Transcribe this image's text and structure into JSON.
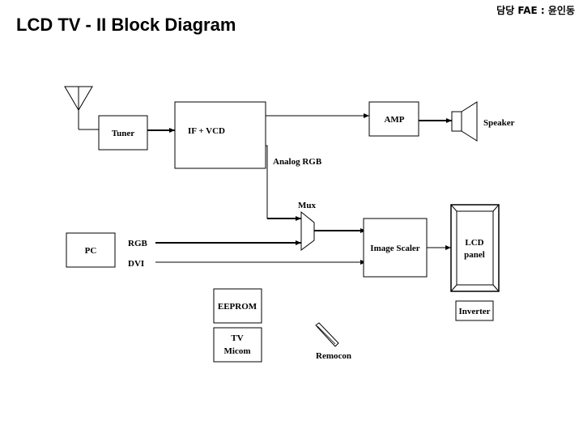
{
  "header": {
    "title": "LCD TV - II Block Diagram",
    "owner": "담당 FAE : 윤인동"
  },
  "blocks": {
    "tuner": "Tuner",
    "if_vcd": "IF + VCD",
    "amp": "AMP",
    "speaker": "Speaker",
    "analog_rgb": "Analog RGB",
    "mux": "Mux",
    "pc": "PC",
    "rgb": "RGB",
    "dvi": "DVI",
    "image_scaler": "Image Scaler",
    "lcd_panel_line1": "LCD",
    "lcd_panel_line2": "panel",
    "inverter": "Inverter",
    "eeprom": "EEPROM",
    "tv_micom_line1": "TV",
    "tv_micom_line2": "Micom",
    "remocon": "Remocon"
  }
}
